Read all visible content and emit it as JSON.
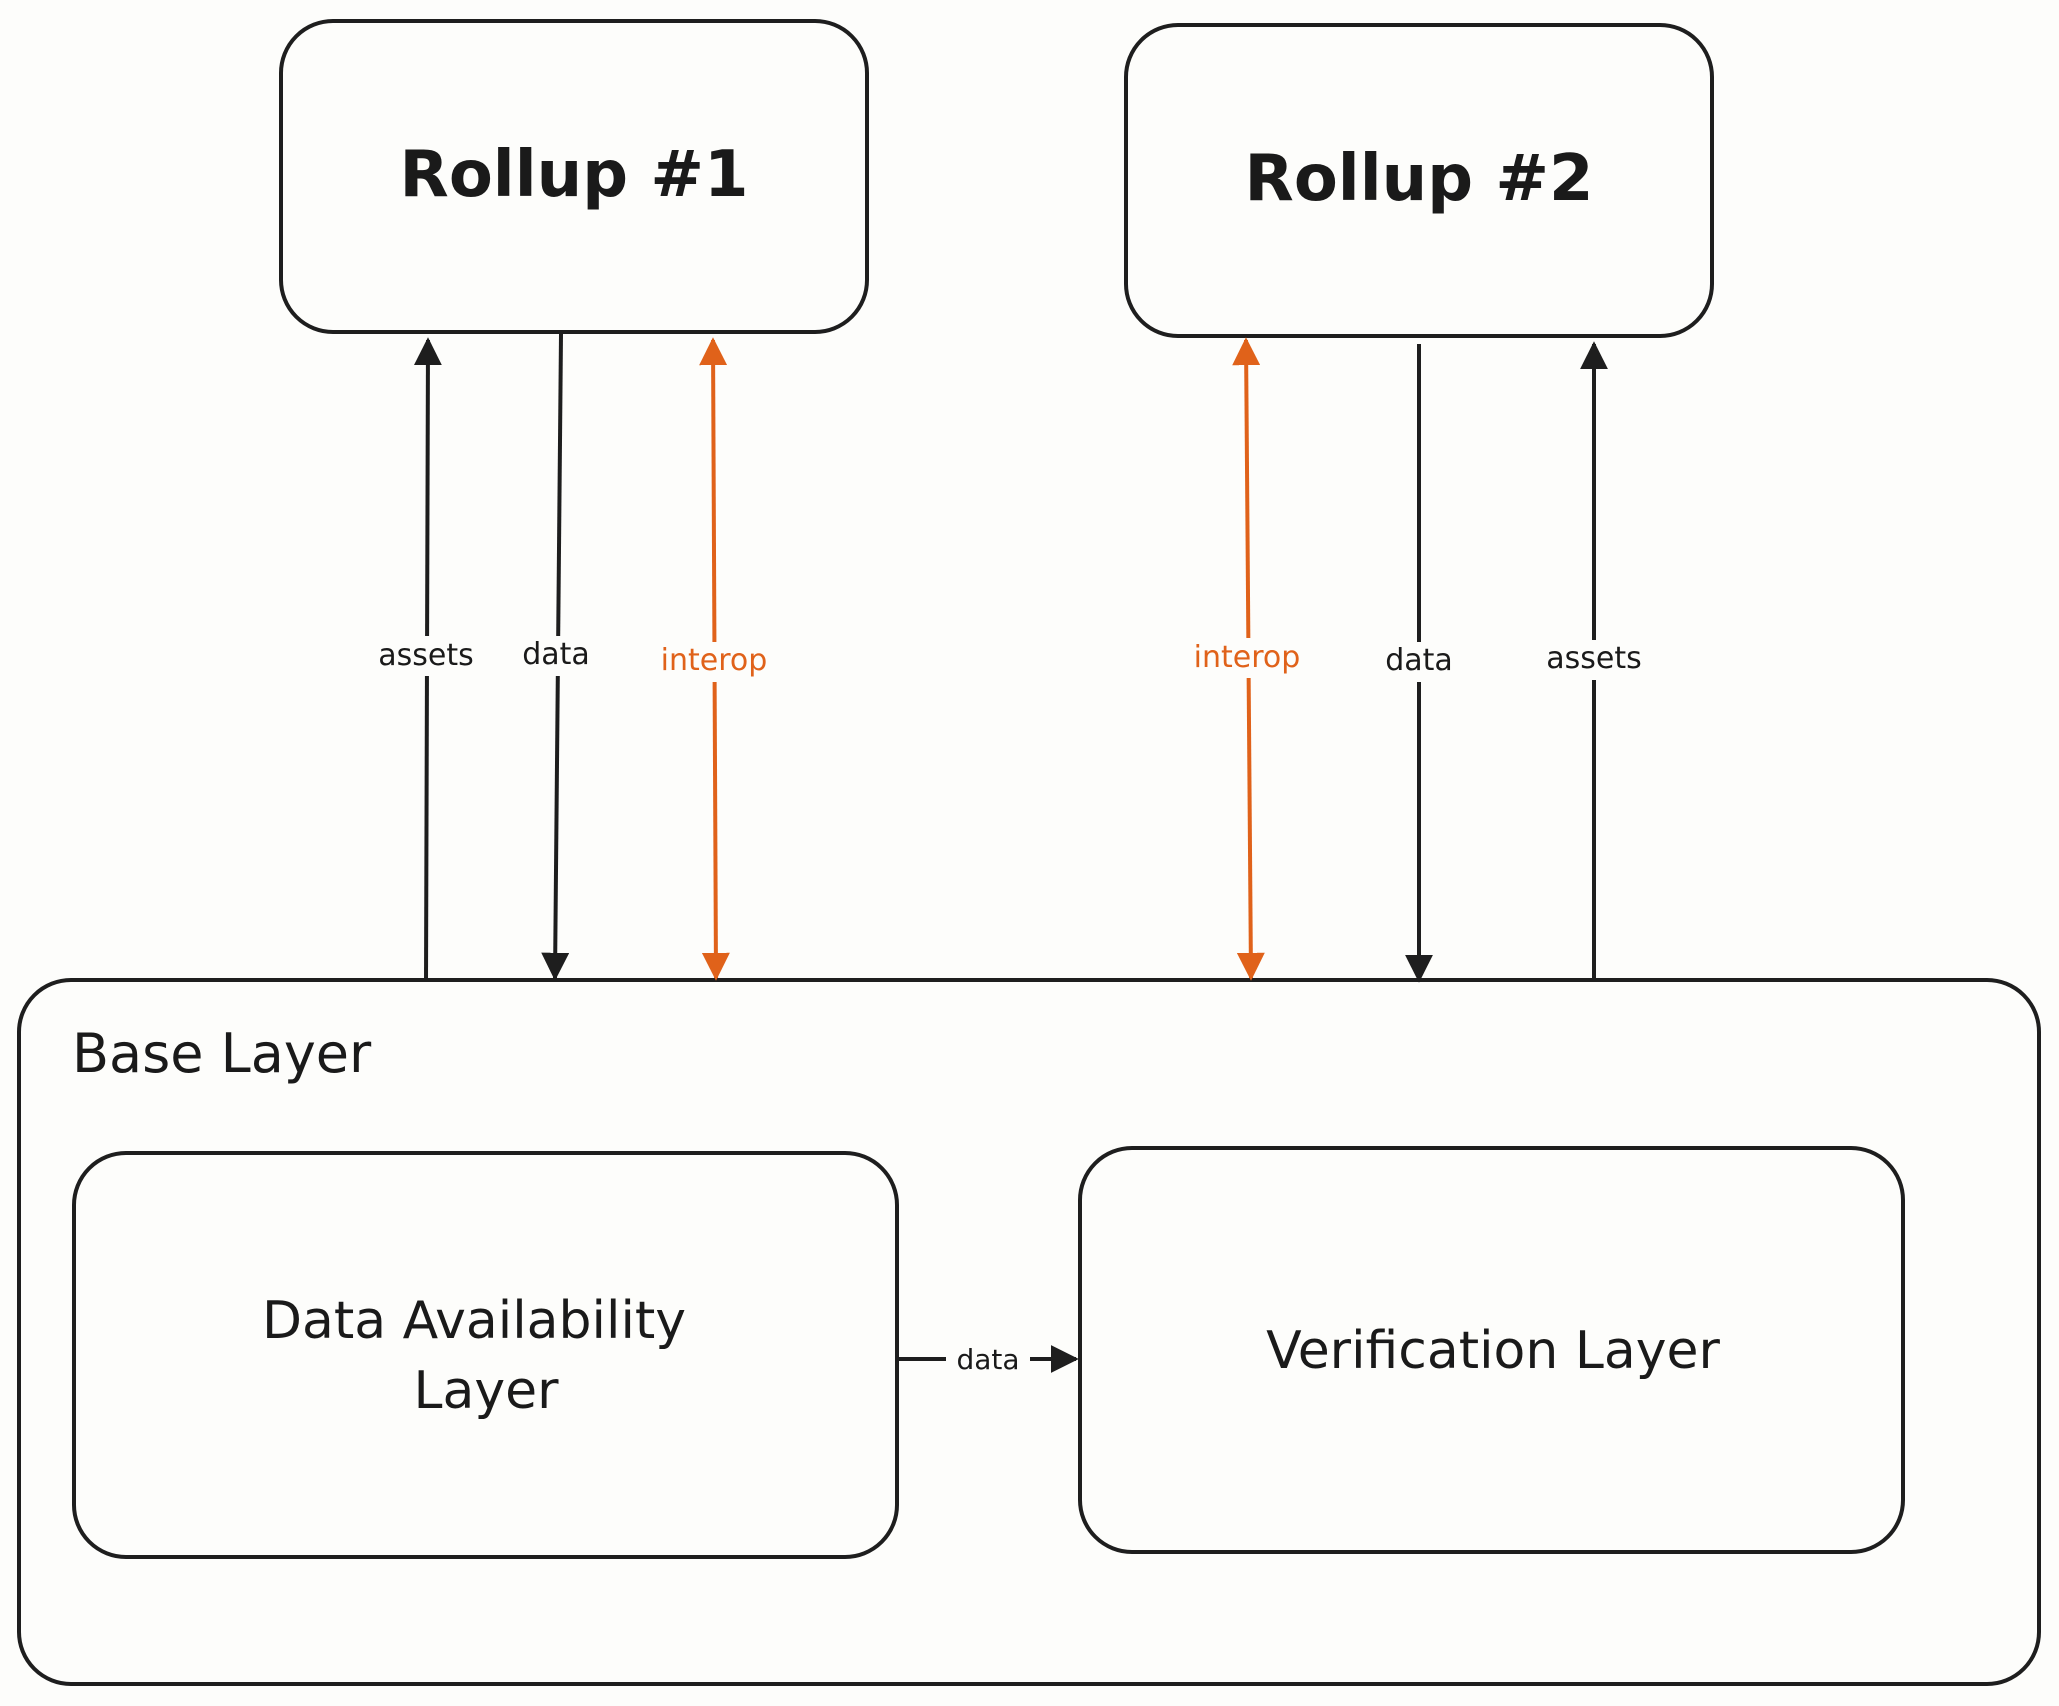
{
  "colors": {
    "background": "#fdfdfb",
    "stroke": "#1e1e1e",
    "interop": "#e0621a"
  },
  "nodes": {
    "rollup1": {
      "label": "Rollup #1"
    },
    "rollup2": {
      "label": "Rollup #2"
    },
    "base": {
      "label": "Base Layer"
    },
    "da": {
      "label_line1": "Data Availability",
      "label_line2": "Layer"
    },
    "verification": {
      "label": "Verification Layer"
    }
  },
  "edges": {
    "r1_assets": {
      "label": "assets",
      "from": "base",
      "to": "rollup1",
      "direction": "up"
    },
    "r1_data": {
      "label": "data",
      "from": "rollup1",
      "to": "base",
      "direction": "down"
    },
    "r1_interop": {
      "label": "interop",
      "from": "rollup1",
      "to": "base",
      "direction": "both"
    },
    "r2_interop": {
      "label": "interop",
      "from": "rollup2",
      "to": "base",
      "direction": "both"
    },
    "r2_data": {
      "label": "data",
      "from": "rollup2",
      "to": "base",
      "direction": "down"
    },
    "r2_assets": {
      "label": "assets",
      "from": "base",
      "to": "rollup2",
      "direction": "up"
    },
    "da_to_verification": {
      "label": "data",
      "from": "da",
      "to": "verification",
      "direction": "right"
    }
  }
}
